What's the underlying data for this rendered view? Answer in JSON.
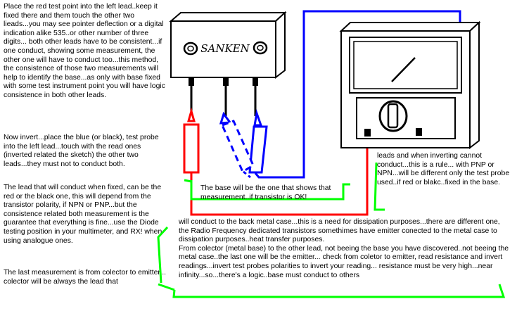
{
  "left_text": {
    "p1": "Place the red test point into the left lead..keep it fixed there and them touch the other two lieads...you may see pointer deflection or a digital indication alike 535..or other number of three digits... both other leads have to be consistent...if one conduct, showing some measurement, the other one will have to conduct too...this method, the consistence of those two measurements will help to identify the base...as only with base fixed with some test instrument point you will have logic consistence in both other leads.",
    "p2": "Now invert...place the blue (or black), test probe into the left lead...touch with the read ones (inverted related the sketch) the other two leads...they must not to conduct both.",
    "p3": "The lead that will conduct when fixed, can be the red or the black one, this will depend from the transistor polarity, if NPN or PNP...but the consistence related both measurement is the guarantee that everything is fine...use the Diode testing position in your multimeter, and RX! when using analogue ones.",
    "p4": "The last measurement is from colector to emitter... colector will be always the lead that"
  },
  "right_note": "leads and when inverting cannot conduct...this is a rule... with PNP or NPN...will be different only the test probe used..if red or blakc..fixed in the base.",
  "callout": "The base will be the one that shows that measurement..if transistor is OK!",
  "bottom_text": "will conduct to the back metal case...this is a need for dissipation purposes...there are different one, the Radio Frequency dedicated transistors somethimes have emitter conected to the metal case to dissipation purposes..heat transfer purposes.\nFrom colector (metal base) to the other lead, not beeing the base you have discovered..not beeing the metal case..the last one will be the emitter... check from coletor to emitter, read resistance and invert readings...invert test probes polarities to invert your reading... resistance must be very high...near infinity...so...there's a logic..base must conduct to others",
  "transistor_label": "SANKEN",
  "colors": {
    "red": "#ff0000",
    "blue": "#0000ff",
    "green": "#00ff00",
    "black": "#000000"
  }
}
